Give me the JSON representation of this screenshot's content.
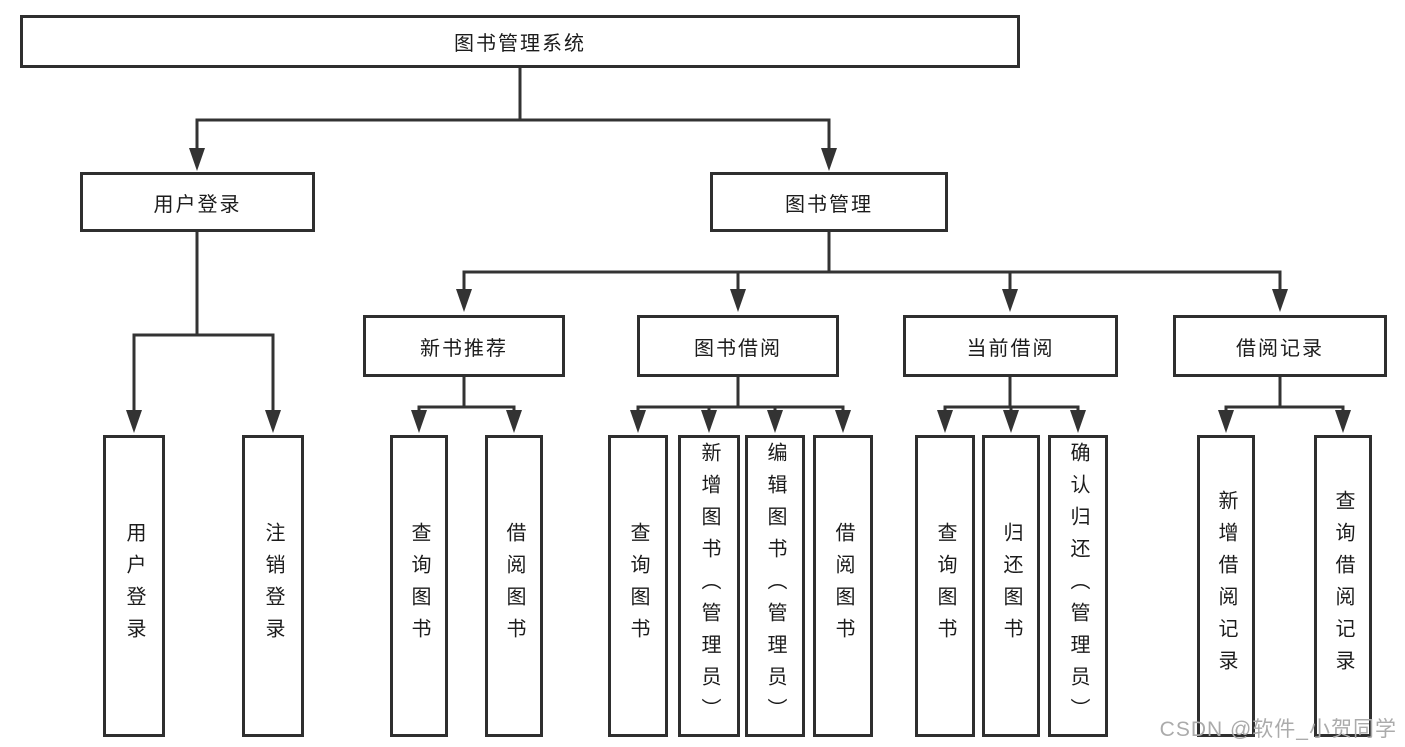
{
  "watermark": "CSDN @软件_小贺同学",
  "colors": {
    "line": "#333333",
    "box_border": "#2f2f2f",
    "text": "#1c1c1c",
    "background": "#ffffff",
    "watermark": "#ababab"
  },
  "tree": {
    "label": "图书管理系统",
    "children": [
      {
        "label": "用户登录",
        "children": [
          {
            "label": "用户登录"
          },
          {
            "label": "注销登录"
          }
        ]
      },
      {
        "label": "图书管理",
        "children": [
          {
            "label": "新书推荐",
            "children": [
              {
                "label": "查询图书"
              },
              {
                "label": "借阅图书"
              }
            ]
          },
          {
            "label": "图书借阅",
            "children": [
              {
                "label": "查询图书"
              },
              {
                "label": "新增图书（管理员）"
              },
              {
                "label": "编辑图书（管理员）"
              },
              {
                "label": "借阅图书"
              }
            ]
          },
          {
            "label": "当前借阅",
            "children": [
              {
                "label": "查询图书"
              },
              {
                "label": "归还图书"
              },
              {
                "label": "确认归还（管理员）"
              }
            ]
          },
          {
            "label": "借阅记录",
            "children": [
              {
                "label": "新增借阅记录"
              },
              {
                "label": "查询借阅记录"
              }
            ]
          }
        ]
      }
    ]
  }
}
